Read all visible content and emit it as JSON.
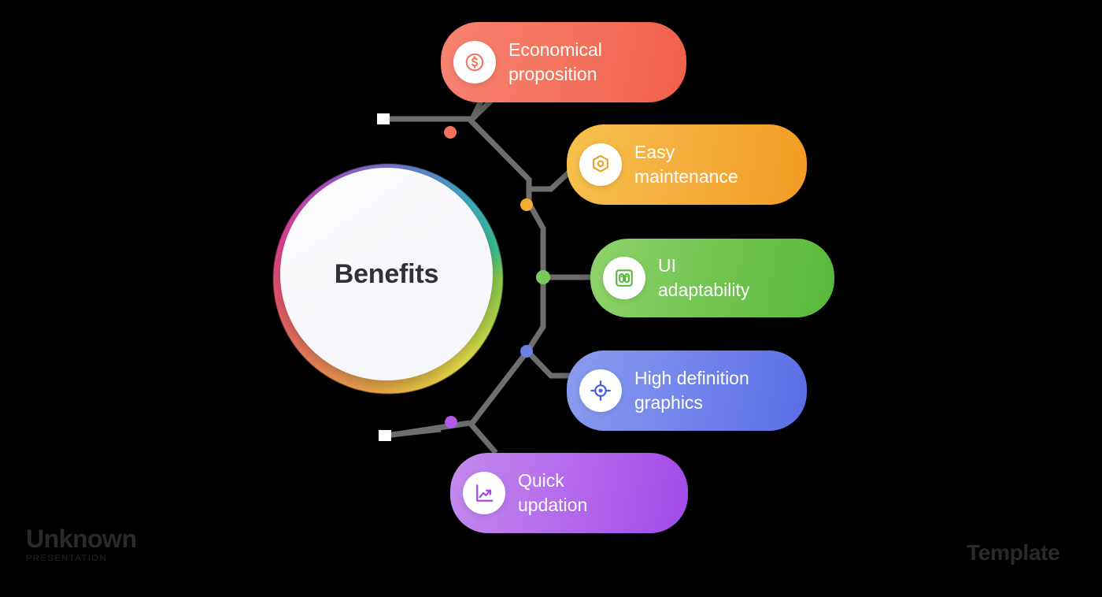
{
  "center": {
    "title": "Benefits"
  },
  "branches": [
    {
      "id": "economical",
      "label": "Economical\nproposition",
      "icon": "dollar-circle-icon",
      "color": "#f4755f",
      "dot_color": "#f4715e"
    },
    {
      "id": "maintenance",
      "label": "Easy\nmaintenance",
      "icon": "hexagon-nut-icon",
      "color": "#f5ad3c",
      "dot_color": "#f3ad33"
    },
    {
      "id": "ui",
      "label": "UI\nadaptability",
      "icon": "layout-grid-icon",
      "color": "#6fc44e",
      "dot_color": "#7bc95c"
    },
    {
      "id": "hd",
      "label": "High definition\ngraphics",
      "icon": "crosshair-target-icon",
      "color": "#6f82ea",
      "dot_color": "#6b7fe8"
    },
    {
      "id": "quick",
      "label": "Quick\nupdation",
      "icon": "trending-up-chart-icon",
      "color": "#b266ec",
      "dot_color": "#b05ae6"
    }
  ],
  "connector": {
    "line_color": "#6e6e6e",
    "endpoint_marker_color": "#ffffff"
  },
  "watermark": {
    "left_primary": "Unknown",
    "left_secondary": "PRESENTATION",
    "right": "Template"
  }
}
